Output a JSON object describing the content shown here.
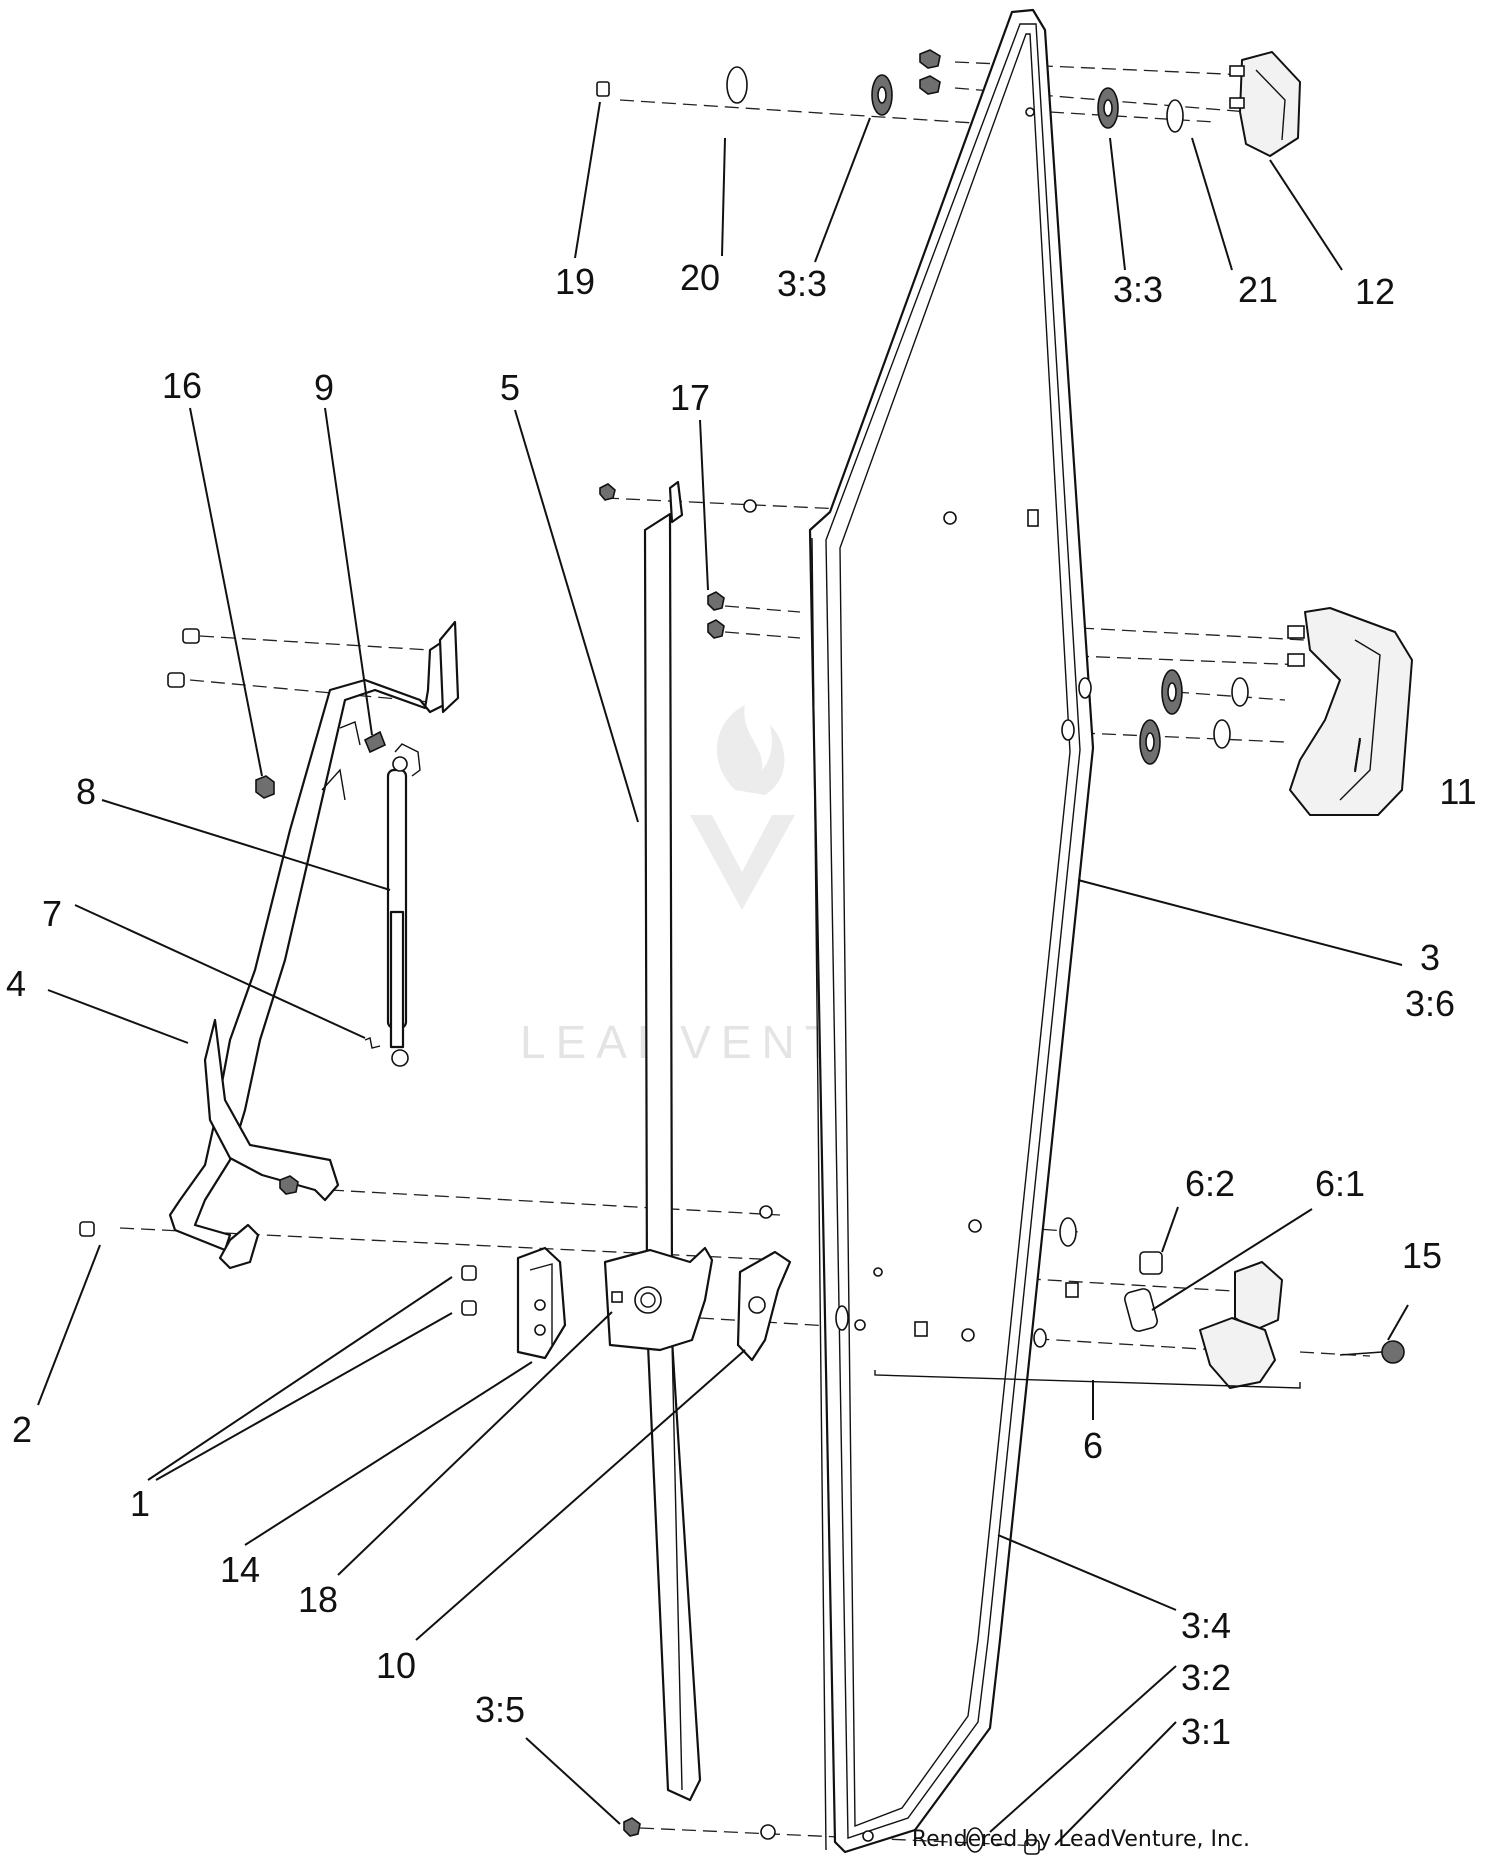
{
  "callouts": {
    "c19": "19",
    "c20": "20",
    "c3_3a": "3:3",
    "c3_3b": "3:3",
    "c21": "21",
    "c12": "12",
    "c16": "16",
    "c9": "9",
    "c5": "5",
    "c17": "17",
    "c8": "8",
    "c11": "11",
    "c7": "7",
    "c4": "4",
    "c3": "3",
    "c3_6": "3:6",
    "c6_2": "6:2",
    "c6_1": "6:1",
    "c15": "15",
    "c2": "2",
    "c6": "6",
    "c1": "1",
    "c14": "14",
    "c18": "18",
    "c10": "10",
    "c3_4": "3:4",
    "c3_2": "3:2",
    "c3_5": "3:5",
    "c3_1": "3:1"
  },
  "watermark": "LEADVENTURE",
  "credit": "Rendered by LeadVenture, Inc."
}
